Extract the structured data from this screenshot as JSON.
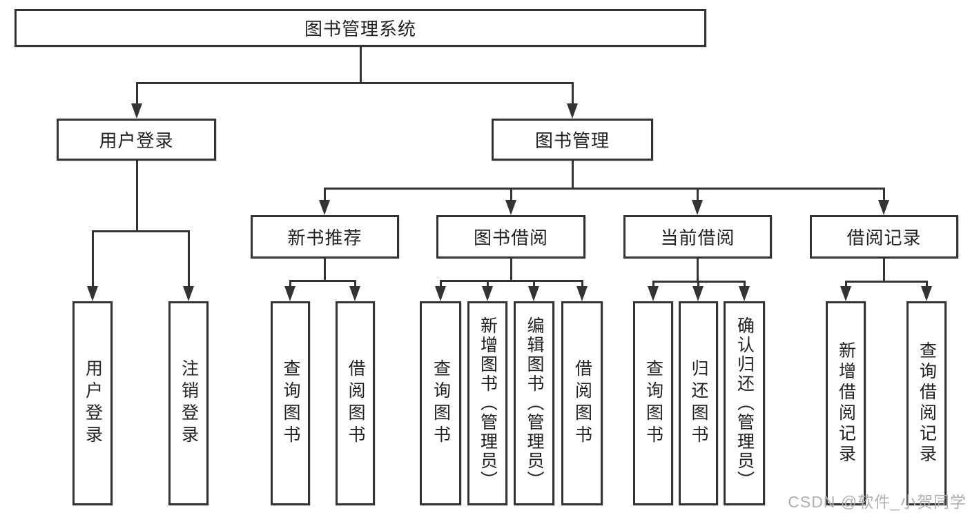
{
  "watermark": "CSDN @软件_小贺同学",
  "colors": {
    "line": "#333333",
    "box_border": "#333333",
    "box_fill": "#ffffff",
    "text": "#222222",
    "watermark": "#b0b0b0"
  },
  "tree": {
    "id": "root",
    "label": "图书管理系统",
    "children": [
      {
        "id": "login",
        "label": "用户登录",
        "children": [
          {
            "id": "u1",
            "label": "用户登录"
          },
          {
            "id": "u2",
            "label": "注销登录"
          }
        ]
      },
      {
        "id": "mgmt",
        "label": "图书管理",
        "children": [
          {
            "id": "nbr",
            "label": "新书推荐",
            "children": [
              {
                "id": "n1",
                "label": "查询图书"
              },
              {
                "id": "n2",
                "label": "借阅图书"
              }
            ]
          },
          {
            "id": "bb",
            "label": "图书借阅",
            "children": [
              {
                "id": "b1",
                "label": "查询图书"
              },
              {
                "id": "b2",
                "label": "新增图书（管理员）"
              },
              {
                "id": "b3",
                "label": "编辑图书（管理员）"
              },
              {
                "id": "b4",
                "label": "借阅图书"
              }
            ]
          },
          {
            "id": "cb",
            "label": "当前借阅",
            "children": [
              {
                "id": "c1",
                "label": "查询图书"
              },
              {
                "id": "c2",
                "label": "归还图书"
              },
              {
                "id": "c3",
                "label": "确认归还（管理员）"
              }
            ]
          },
          {
            "id": "br",
            "label": "借阅记录",
            "children": [
              {
                "id": "r1",
                "label": "新增借阅记录"
              },
              {
                "id": "r2",
                "label": "查询借阅记录"
              }
            ]
          }
        ]
      }
    ]
  }
}
